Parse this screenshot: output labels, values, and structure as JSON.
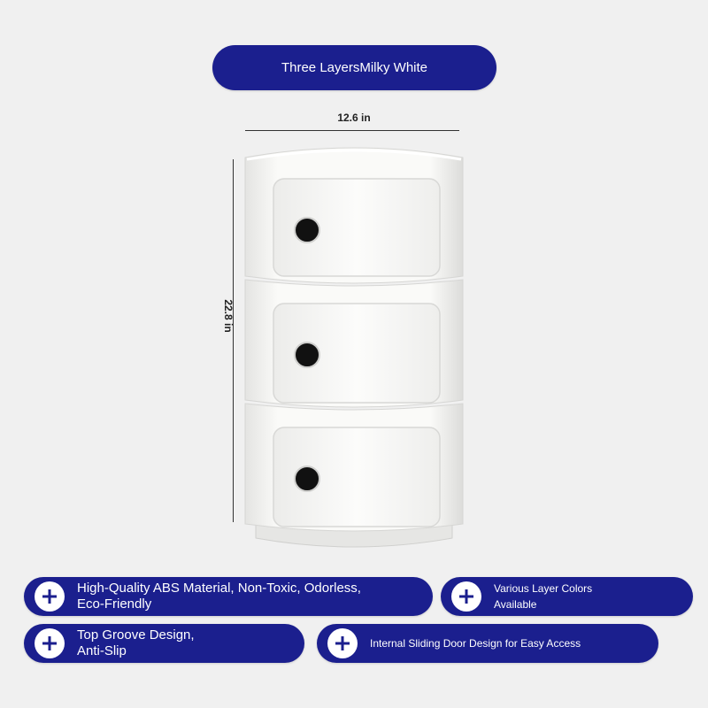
{
  "title": "Three LayersMilky White",
  "dimensions": {
    "width_label": "12.6 in",
    "height_label": "22.8 in"
  },
  "features": [
    {
      "text": "High-Quality ABS Material, Non-Toxic, Odorless,\nEco-Friendly",
      "icon": "plus-icon"
    },
    {
      "text": "Various Layer Colors\nAvailable",
      "icon": "plus-icon"
    },
    {
      "text": "Top Groove Design,\nAnti-Slip",
      "icon": "plus-icon"
    },
    {
      "text": "Internal Sliding Door Design for Easy Access",
      "icon": "plus-icon"
    }
  ],
  "colors": {
    "background": "#f0f0f0",
    "pill": "#1b1f8e",
    "icon_circle": "#ffffff",
    "product_body": "#f7f7f5",
    "door_handle": "#111111"
  }
}
